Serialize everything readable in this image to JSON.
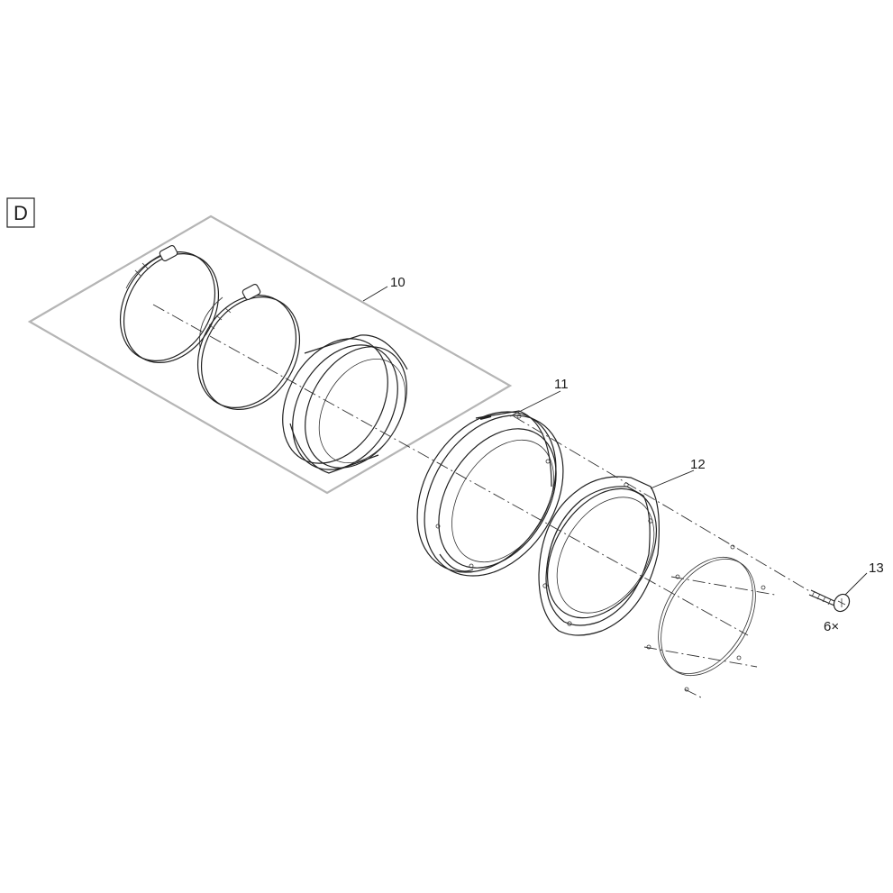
{
  "section": {
    "letter": "D"
  },
  "callouts": [
    {
      "id": "part-10",
      "number": "10"
    },
    {
      "id": "part-11",
      "number": "11"
    },
    {
      "id": "part-12",
      "number": "12"
    },
    {
      "id": "part-13",
      "number": "13"
    }
  ],
  "quantity": {
    "part13_qty": "6×"
  },
  "parts": [
    {
      "key": "hose-clamp-1",
      "icon": "hose-clamp-icon"
    },
    {
      "key": "hose-clamp-2",
      "icon": "hose-clamp-icon"
    },
    {
      "key": "rubber-sleeve",
      "icon": "sleeve-icon"
    },
    {
      "key": "flange-adapter",
      "icon": "flange-icon"
    },
    {
      "key": "mounting-plate",
      "icon": "plate-icon"
    },
    {
      "key": "gasket",
      "icon": "gasket-icon"
    },
    {
      "key": "screw",
      "icon": "screw-icon"
    }
  ]
}
